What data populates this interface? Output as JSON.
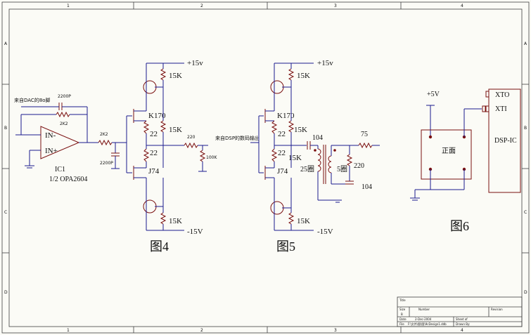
{
  "figures": {
    "fig4": {
      "caption": "图4",
      "opamp": {
        "minus": "IN-",
        "plus": "IN+",
        "ref": "IC1",
        "part": "1/2 OPA2604"
      },
      "input_note": "来自DAC的8o脚",
      "feedback_cap": "2200P",
      "feedback_res": "2K2",
      "series_res": "2K2",
      "shunt_cap": "2200P",
      "supply_pos": "+15v",
      "supply_neg": "-15V",
      "r_top": "15K",
      "r_mid_top": "15K",
      "r_bottom": "15K",
      "jfet_n": "K170",
      "jfet_p": "J74",
      "r_src1": "22",
      "r_src2": "22",
      "r_out": "220",
      "r_load": "100K"
    },
    "fig5": {
      "caption": "图5",
      "input_note": "来自DSP的数码输出",
      "supply_pos": "+15v",
      "supply_neg": "-15V",
      "r_top": "15K",
      "r_mid_top": "15K",
      "r_mid": "15K",
      "r_bottom": "15K",
      "jfet_n": "K170",
      "jfet_p": "J74",
      "r_src1": "22",
      "r_src2": "22",
      "cap_in": "104",
      "prim_turns": "25圈",
      "sec_turns": "5圈",
      "r_series": "75",
      "r_term": "220",
      "cap_out": "104"
    },
    "fig6": {
      "caption": "图6",
      "supply": "+5V",
      "xtal_label": "正面",
      "chip": "DSP-IC",
      "pin_xto": "XTO",
      "pin_xti": "XTI"
    }
  },
  "title_block": {
    "title_label": "Title",
    "size_label": "Size",
    "size_value": "B",
    "number_label": "Number",
    "revision_label": "Revision",
    "date_label": "Date",
    "date_value": "2-Dec-2004",
    "sheet_label": "Sheet   of",
    "file_label": "File",
    "file_value": "F:\\文件\\图\\图\\9cDesign1.ddb",
    "drawn_label": "Drawn By:"
  },
  "border": {
    "cols": [
      "1",
      "2",
      "3",
      "4"
    ],
    "rows": [
      "A",
      "B",
      "C",
      "D"
    ]
  }
}
